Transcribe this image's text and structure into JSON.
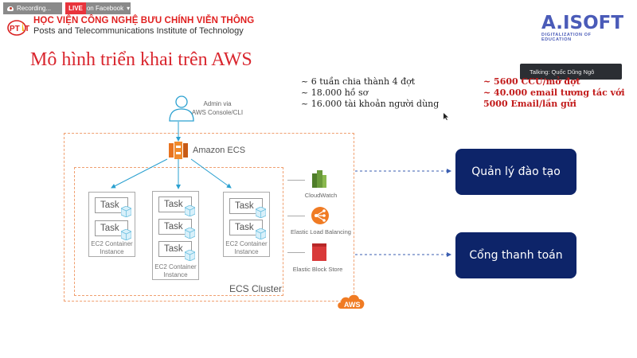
{
  "stream_bar": {
    "recording_label": "Recording...",
    "live_label": "LIVE",
    "facebook_label": "on Facebook",
    "facebook_caret": "▾"
  },
  "header": {
    "logo_text": "PTIT",
    "institute_vn": "HỌC VIỆN CÔNG NGHỆ BƯU CHÍNH VIỄN THÔNG",
    "institute_en": "Posts and Telecommunications Institute of Technology",
    "partner_logo": "A.ISOFT",
    "partner_tagline": "DIGITALIZATION OF EDUCATION"
  },
  "slide": {
    "title": "Mô hình triển khai trên AWS",
    "facts": [
      "~ 6 tuần chia thành 4 đợt",
      "~ 18.000 hồ sơ",
      "~ 16.000 tài khoản người dùng"
    ],
    "stats": [
      "~ 5600 CCU/mở đợt",
      "~ 40.000 email tương tác với",
      "5000 Email/lần gửi"
    ]
  },
  "talking_indicator": "Talking: Quốc Dũng Ngô",
  "diagram": {
    "admin_label_line1": "Admin via",
    "admin_label_line2": "AWS Console/CLI",
    "ecs_label": "Amazon ECS",
    "cluster_label": "ECS Cluster",
    "task_label": "Task",
    "instance_label_line1": "EC2 Container",
    "instance_label_line2": "Instance",
    "services": [
      {
        "name": "CloudWatch",
        "color": "#6a9a3a"
      },
      {
        "name": "Elastic Load Balancing",
        "color": "#f07b23"
      },
      {
        "name": "Elastic Block Store",
        "color": "#d93a3a"
      }
    ],
    "targets": [
      {
        "label": "Quản lý đào tạo"
      },
      {
        "label": "Cổng thanh toán"
      }
    ],
    "aws_badge": "AWS"
  },
  "colors": {
    "title_red": "#d9262e",
    "target_navy": "#0d2469",
    "dash_orange": "#f0a070",
    "arrow_blue": "#2aa0d0",
    "connector_blue": "#3a5db0"
  }
}
